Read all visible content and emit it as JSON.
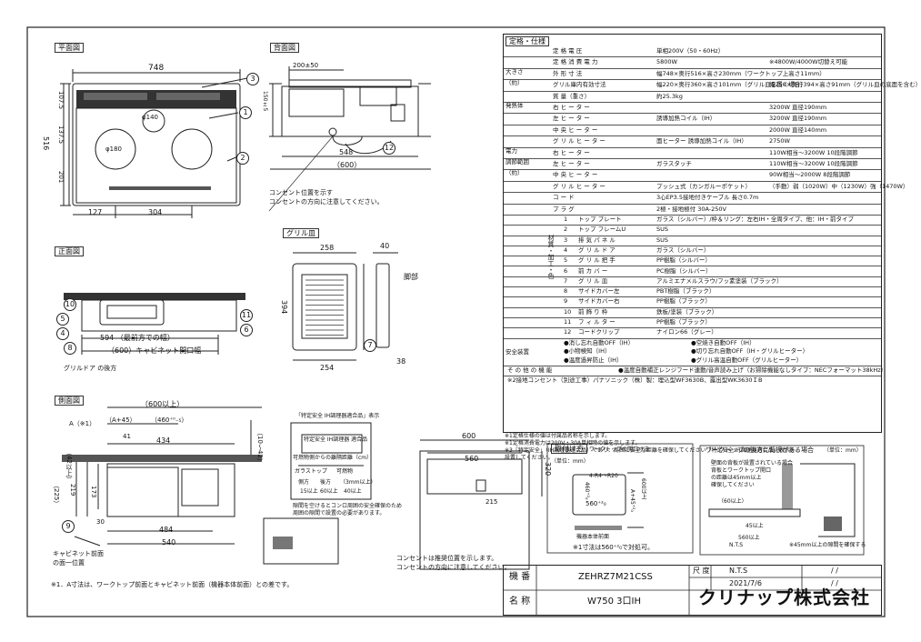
{
  "views": {
    "plan": {
      "title": "平面図",
      "dims": {
        "width": "748",
        "depth": "516",
        "top_back": "107.5",
        "mid": "137.5",
        "bottom": "201",
        "left_offset": "127",
        "burner_pitch": "304",
        "dia_right": "φ140",
        "dia_left": "φ180"
      }
    },
    "back": {
      "title": "背面図",
      "dims": {
        "conn_pos": "200±50",
        "height": "150±5",
        "width": "548",
        "opening": "（600）"
      },
      "note_line1": "コンセント位置を示す",
      "note_line2": "コンセントの方向に注意してください。"
    },
    "grill": {
      "title": "グリル皿",
      "dims": {
        "width": "258",
        "depth": "394",
        "side": "40",
        "bottom_w": "254",
        "bottom_h": "38"
      },
      "leg_label": "脚部"
    },
    "front": {
      "title": "正面図",
      "dims": {
        "width": "594",
        "width_note": "（最前方での幅）",
        "opening": "（600）キャビネット開口幅"
      },
      "door_note": "グリルドア の後方"
    },
    "side": {
      "title": "側面図",
      "dims": {
        "top": "（600以上）",
        "a_label": "A（※1）",
        "a_range": "（A+45）",
        "d460": "（460⁺⁰₋₅）",
        "d434": "434",
        "d41": "41",
        "h10_42": "（10～42）",
        "h225": "（225）",
        "h219": "219",
        "h173": "173",
        "h42": "（42以上）",
        "h30": "30",
        "d484": "484",
        "d540": "540"
      },
      "cab_note_1": "キャビネット前面",
      "cab_note_2": "の面一位置"
    },
    "footnote": "※1．A寸法は、ワークトップ前面とキャビネット前面（機器本体前面）との差です。",
    "regulator": {
      "title": "「特定安全 IH調理器適合品」表示",
      "lines": [
        "特定安全 IH調理器 適合品",
        "可燃物側からの離隔距離（cm）",
        "ガラストップ",
        "可燃物",
        "側方",
        "後方",
        "15以上",
        "60以上",
        "40以上",
        "（3mm以上）",
        "隙間を空けるとコンロ周囲の安全確保のため",
        "周囲の隙間で設置の必要があります。"
      ]
    },
    "cabinet": {
      "dims": {
        "width": "600",
        "inner": "560",
        "depth": "320",
        "low": "215"
      },
      "note_line1": "コンセントは推奨位置を示します。",
      "note_line2": "コンセントの方向に注意してください。"
    },
    "cutout": {
      "title": "取付け方",
      "subtitle": "ワークトップの開口寸法",
      "unit": "（単位：mm）",
      "corner": "4-R4～R20",
      "w560": "560⁺²₀",
      "d460": "460⁺²₀",
      "a45": "A+45⁺²₀",
      "d600": "600以上",
      "legend": "機器本体前面",
      "note": "※1寸法は560⁺²₀で対処可。"
    },
    "wall": {
      "title": "ワークトップの後方に背板がある場合",
      "unit": "（単位：mm）",
      "items": [
        "壁面の背板が設置されている場合",
        "背板とワークトップ開口",
        "の距離は45mm以上",
        "確保してください"
      ],
      "dims": {
        "d60": "（60以上）",
        "d45": "45以上",
        "d560": "560以上"
      },
      "scale": "N.T.S",
      "scale_note": "※45mm以上の隙間を確保する"
    }
  },
  "callouts": [
    "1",
    "2",
    "3",
    "4",
    "5",
    "6",
    "7",
    "8",
    "9",
    "10",
    "11",
    "12"
  ],
  "spec": {
    "header": "定格・仕様",
    "rows": [
      {
        "k1": "",
        "k2": "定 格 電 圧",
        "v1": "単相200V（50・60Hz）",
        "v2": ""
      },
      {
        "k1": "",
        "k2": "定 格 消 費 電 力",
        "v1": "5800W",
        "v2": "※4800W/4000W切替え可能"
      },
      {
        "k1": "大きさ",
        "k2": "外 形 寸 法",
        "v1": "幅748×奥行516×高さ230mm（ワークトップ上高さ11mm）",
        "v2": ""
      },
      {
        "k1": "（約）",
        "k2": "グリル庫内有効寸法",
        "v1": "幅220×奥行360×高さ101mm（グリル皿を置く場合）",
        "v2": "幅250×奥行394×高さ91mm（グリル皿の底面を含む）"
      },
      {
        "k1": "",
        "k2": "質 量（重さ）",
        "v1": "約25.3kg",
        "v2": ""
      },
      {
        "k1": "発熱体",
        "k2": "右 ヒ ー タ ー",
        "v1": "",
        "v2": "3200W 直径190mm"
      },
      {
        "k1": "",
        "k2": "左 ヒ ー タ ー",
        "v1": "誘導加熱コイル（IH）",
        "v2": "3200W 直径190mm"
      },
      {
        "k1": "",
        "k2": "中 央 ヒ ー タ ー",
        "v1": "",
        "v2": "2000W 直径140mm"
      },
      {
        "k1": "",
        "k2": "グ リ ル ヒ ー タ ー",
        "v1": "面ヒーター 誘導加熱コイル（IH）",
        "v2": "2750W"
      },
      {
        "k1": "電力",
        "k2": "右 ヒ ー タ ー",
        "v1": "",
        "v2": "110W相当～3200W 10段階調節"
      },
      {
        "k1": "調節範囲",
        "k2": "左 ヒ ー タ ー",
        "v1": "ガラスタッチ",
        "v2": "110W相当～3200W 10段階調節"
      },
      {
        "k1": "（約）",
        "k2": "中 央 ヒ ー タ ー",
        "v1": "",
        "v2": "90W相当～2000W 8段階調節"
      },
      {
        "k1": "",
        "k2": "グ リ ル ヒ ー タ ー",
        "v1": "プッシュ式（カンガルーポケット）",
        "v2": "（手動）弱（1020W）中（1230W）強（1470W）"
      },
      {
        "k1": "",
        "k2": "コ ー ド",
        "v1": "3心EP3.5接地付きケーブル 長さ0.7m",
        "v2": ""
      },
      {
        "k1": "",
        "k2": "プ ラ グ",
        "v1": "2極・接地極付 30A-250V",
        "v2": ""
      }
    ],
    "materials_label": "材質・加工・色",
    "materials": [
      {
        "no": "1",
        "part": "トップ プレート",
        "spec": "ガラス（シルバー）/枠＆リング：左右IH・全周タイプ、他：IH・前タイプ"
      },
      {
        "no": "2",
        "part": "トップ フレームU",
        "spec": "SUS"
      },
      {
        "no": "3",
        "part": "排 気 パ ネ ル",
        "spec": "SUS"
      },
      {
        "no": "4",
        "part": "グ リ ル ド ア",
        "spec": "ガラス（シルバー）"
      },
      {
        "no": "5",
        "part": "グ リ ル 把 手",
        "spec": "PP樹脂（シルバー）"
      },
      {
        "no": "6",
        "part": "前 カ バ ー",
        "spec": "PC樹脂（シルバー）"
      },
      {
        "no": "7",
        "part": "グ リ ル 皿",
        "spec": "アルミエナメルスラウ/フッ素塗装（ブラック）"
      },
      {
        "no": "8",
        "part": "サイドカバー左",
        "spec": "PBT樹脂（ブラック）"
      },
      {
        "no": "9",
        "part": "サイドカバー右",
        "spec": "PP樹脂（ブラック）"
      },
      {
        "no": "10",
        "part": "前 飾 り 枠",
        "spec": "鉄板/塗装（ブラック）"
      },
      {
        "no": "11",
        "part": "フ ィ ル タ ー",
        "spec": "PP樹脂（ブラック）"
      },
      {
        "no": "12",
        "part": "コードクリップ",
        "spec": "ナイロン66（グレー）"
      }
    ],
    "safety_label": "安全装置",
    "safety_left": [
      "●消し忘れ自動OFF（IH）",
      "●小物検知（IH）",
      "●温度過昇防止（IH）"
    ],
    "safety_right": [
      "●空焼き自動OFF（IH）",
      "●切り忘れ自動OFF（IH・グリルヒーター）",
      "●グリル高温自動OFF（グリルヒーター）"
    ],
    "misc_key": "そ の 他 の 機 能",
    "misc_val": "●温度自動補正レンジフード連動/音声読み上げ（お掃除機能なしタイプ：NECフォーマット38kHz）",
    "outlet": "※2接地コンセント（別途工事）パナソニック（株）製：埋込型WF3630B、露出型WK3630ＩB"
  },
  "notes": [
    "※1定格仕様の値は付属品名称を示します。",
    "※1定格消費電力は200V・30A単相時の値を示します。",
    "※3「特定安全」（IH調理器適合品）であり、周囲に安全な距離を確保してください「特定安全 IH調理器適合品」表示を、",
    "設置してください。"
  ],
  "titleblock": {
    "model_label": "機 番",
    "model": "ZEHRZ7M21CSS",
    "name_label": "名 称",
    "name": "W750 3口IH",
    "scale_label": "尺 度",
    "scale": "N.T.S",
    "date": "2021/7/6",
    "slash": "/ /",
    "company": "クリナップ株式会社"
  }
}
